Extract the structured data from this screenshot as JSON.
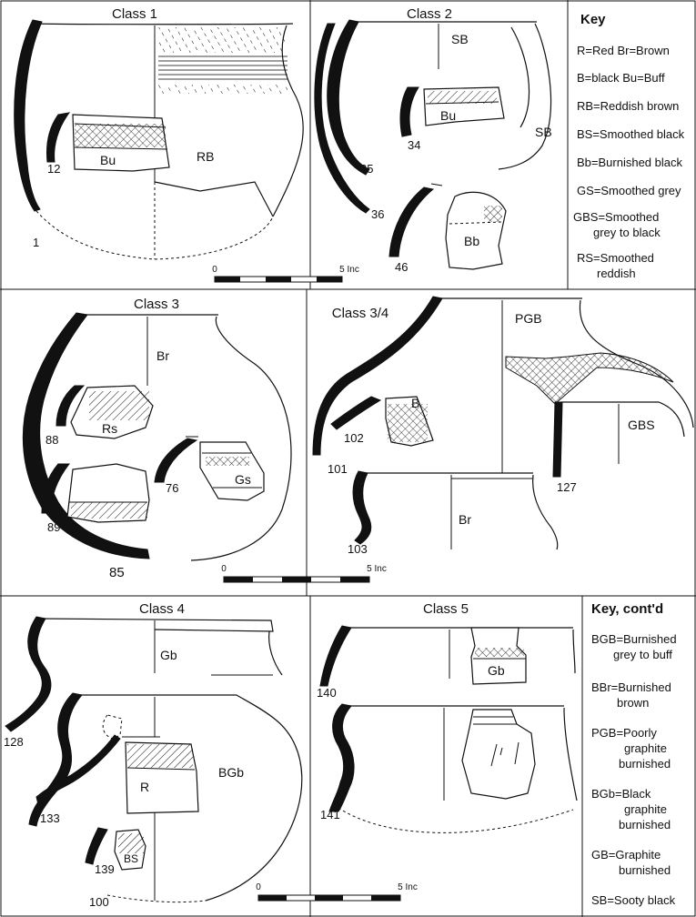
{
  "panels": {
    "class1": {
      "title": "Class 1",
      "numbers": [
        "12",
        "1"
      ],
      "codes": [
        "Bu",
        "RB"
      ]
    },
    "class2": {
      "title": "Class 2",
      "numbers": [
        "34",
        "35",
        "36",
        "46"
      ],
      "codes": [
        "SB",
        "Bu",
        "SB",
        "Bb"
      ]
    },
    "class3": {
      "title": "Class 3",
      "numbers": [
        "88",
        "89",
        "76",
        "85"
      ],
      "codes": [
        "Br",
        "Rs",
        "Gs"
      ]
    },
    "class34": {
      "title": "Class 3/4",
      "numbers": [
        "102",
        "101",
        "127",
        "103"
      ],
      "codes": [
        "PGB",
        "B",
        "GBS",
        "Br"
      ]
    },
    "class4": {
      "title": "Class 4",
      "numbers": [
        "128",
        "133",
        "139",
        "100"
      ],
      "codes": [
        "Gb",
        "BGb",
        "R",
        "BS"
      ]
    },
    "class5": {
      "title": "Class 5",
      "numbers": [
        "140",
        "141"
      ],
      "codes": [
        "Gb"
      ]
    }
  },
  "scale": {
    "start": "0",
    "end": "5 Inc"
  },
  "key": {
    "title": "Key",
    "items": [
      [
        "R=Red   Br=Brown"
      ],
      [
        "B=black   Bu=Buff"
      ],
      [
        "RB=Reddish brown"
      ],
      [
        "BS=Smoothed black"
      ],
      [
        "Bb=Burnished black"
      ],
      [
        "GS=Smoothed grey"
      ],
      [
        "GBS=Smoothed",
        "grey to black"
      ],
      [
        "RS=Smoothed",
        "reddish"
      ]
    ]
  },
  "key2": {
    "title": "Key, cont'd",
    "items": [
      [
        "BGB=Burnished",
        "grey to buff"
      ],
      [
        "BBr=Burnished",
        "brown"
      ],
      [
        "PGB=Poorly",
        "graphite",
        "burnished"
      ],
      [
        "BGb=Black",
        "graphite",
        "burnished"
      ],
      [
        "GB=Graphite",
        "burnished"
      ],
      [
        "SB=Sooty black"
      ]
    ]
  }
}
